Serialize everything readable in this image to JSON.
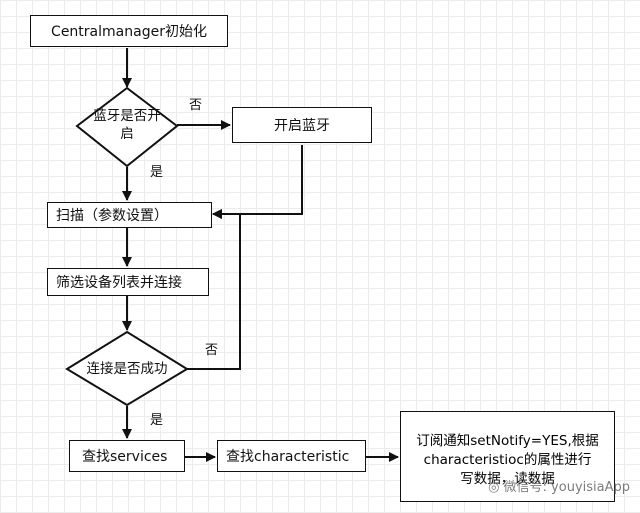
{
  "nodes": {
    "init": "Centralmanager初始化",
    "bt_on_question_line1": "蓝牙是否开",
    "bt_on_question_line2": "启",
    "open_bt": "开启蓝牙",
    "scan": "扫描（参数设置）",
    "filter_connect": "筛选设备列表并连接",
    "connect_question": "连接是否成功",
    "find_services": "查找services",
    "find_characteristic": "查找characteristic",
    "subscribe_line1": "订阅通知setNotify=YES,根据",
    "subscribe_line2": "characteristioc的属性进行",
    "subscribe_line3": "写数据，读数据"
  },
  "edge_labels": {
    "bt_no": "否",
    "bt_yes": "是",
    "connect_no": "否",
    "connect_yes": "是"
  },
  "watermark": "微信号: youyisiaApp",
  "colors": {
    "line": "#111111",
    "grid": "#ececec"
  }
}
